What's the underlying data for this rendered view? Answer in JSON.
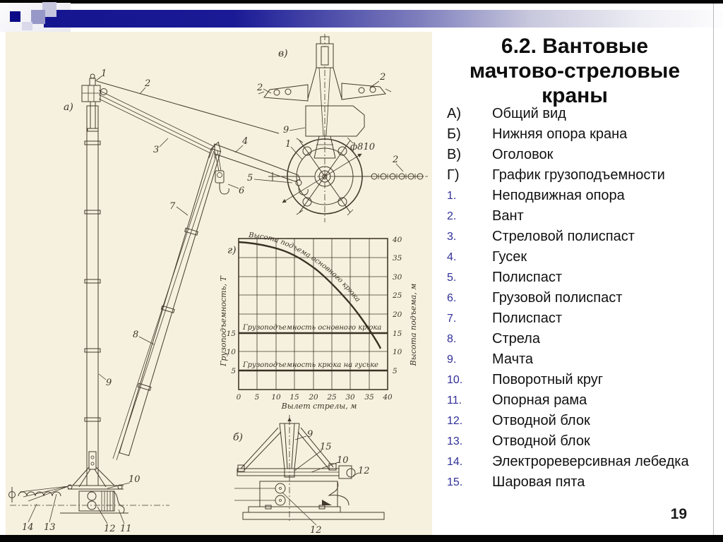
{
  "title_lines": [
    "6.2. Вантовые",
    "мачтово-стреловые",
    "краны"
  ],
  "legend_letters": [
    {
      "marker": "А)",
      "text": "Общий вид"
    },
    {
      "marker": "Б)",
      "text": "Нижняя опора крана"
    },
    {
      "marker": "В)",
      "text": "Оголовок"
    },
    {
      "marker": "Г)",
      "text": "График грузоподъемности"
    }
  ],
  "legend_numbers": [
    {
      "marker": "1.",
      "text": "Неподвижная опора"
    },
    {
      "marker": "2.",
      "text": "Вант"
    },
    {
      "marker": "3.",
      "text": "Стреловой полиспаст"
    },
    {
      "marker": "4.",
      "text": "Гусек"
    },
    {
      "marker": "5.",
      "text": "Полиспаст"
    },
    {
      "marker": "6.",
      "text": "Грузовой полиспаст"
    },
    {
      "marker": "7.",
      "text": "Полиспаст"
    },
    {
      "marker": "8.",
      "text": "Стрела"
    },
    {
      "marker": "9.",
      "text": "Мачта"
    },
    {
      "marker": "10.",
      "text": "Поворотный круг"
    },
    {
      "marker": "11.",
      "text": "Опорная рама"
    },
    {
      "marker": "12.",
      "text": "Отводной блок"
    },
    {
      "marker": "13.",
      "text": "Отводной блок"
    },
    {
      "marker": "14.",
      "text": "Электрореверсивная лебедка"
    },
    {
      "marker": "15.",
      "text": "Шаровая пята"
    }
  ],
  "page_number": "19",
  "figure": {
    "panel_labels": {
      "a": "а)",
      "b": "б)",
      "v": "в)",
      "g": "г)"
    },
    "diameter": "ф810",
    "callouts": {
      "c1": "1",
      "c2": "2",
      "c3": "3",
      "c4": "4",
      "c5": "5",
      "c6": "6",
      "c7": "7",
      "c8": "8",
      "c9": "9",
      "c10": "10",
      "c11": "11",
      "c12": "12",
      "c13": "13",
      "c14": "14",
      "c15": "15"
    }
  },
  "chart_data": {
    "type": "line",
    "xlabel": "Вылет стрелы, м",
    "ylabel_left": "Грузоподъемность, Т",
    "ylabel_right": "Высота подъема, м",
    "xlim": [
      0,
      40
    ],
    "ylim_right": [
      0,
      40
    ],
    "grid": true,
    "xticks": [
      0,
      5,
      10,
      15,
      20,
      25,
      30,
      35,
      40
    ],
    "yticks_left": [
      5,
      10,
      15
    ],
    "yticks_right": [
      5,
      10,
      15,
      20,
      25,
      30,
      35,
      40
    ],
    "series": [
      {
        "name": "Высота подъема основного крюка",
        "type": "curve",
        "axis": "right",
        "x": [
          0,
          5,
          10,
          15,
          20,
          25,
          30,
          33,
          36,
          38
        ],
        "y": [
          39,
          38.5,
          37.5,
          35.5,
          32.5,
          28.5,
          23.5,
          19,
          14.5,
          11
        ]
      },
      {
        "name": "Грузоподъемность основного крюка",
        "type": "hline",
        "axis": "left",
        "value": 15
      },
      {
        "name": "Грузоподъемность крюка на гуське",
        "type": "hline",
        "axis": "left",
        "value": 5
      }
    ]
  }
}
